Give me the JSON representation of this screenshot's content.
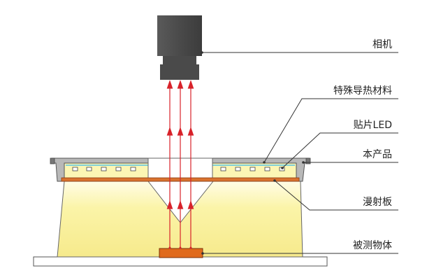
{
  "labels": {
    "camera": "相机",
    "thermal_material": "特殊导热材料",
    "smd_led": "贴片LED",
    "product": "本产品",
    "diffuser_plate": "漫射板",
    "object": "被测物体"
  },
  "colors": {
    "camera_body": "#4a4a4a",
    "light_fill": "#fbf3a0",
    "light_gradient_top": "#fffde0",
    "housing": "#b8b8b8",
    "housing_stroke": "#555555",
    "diffuser": "#d9732f",
    "object": "#e06a1c",
    "ray": "#d8222a",
    "leader": "#333333",
    "base": "#ffffff",
    "thermal_strip": "#7fd0d8"
  }
}
